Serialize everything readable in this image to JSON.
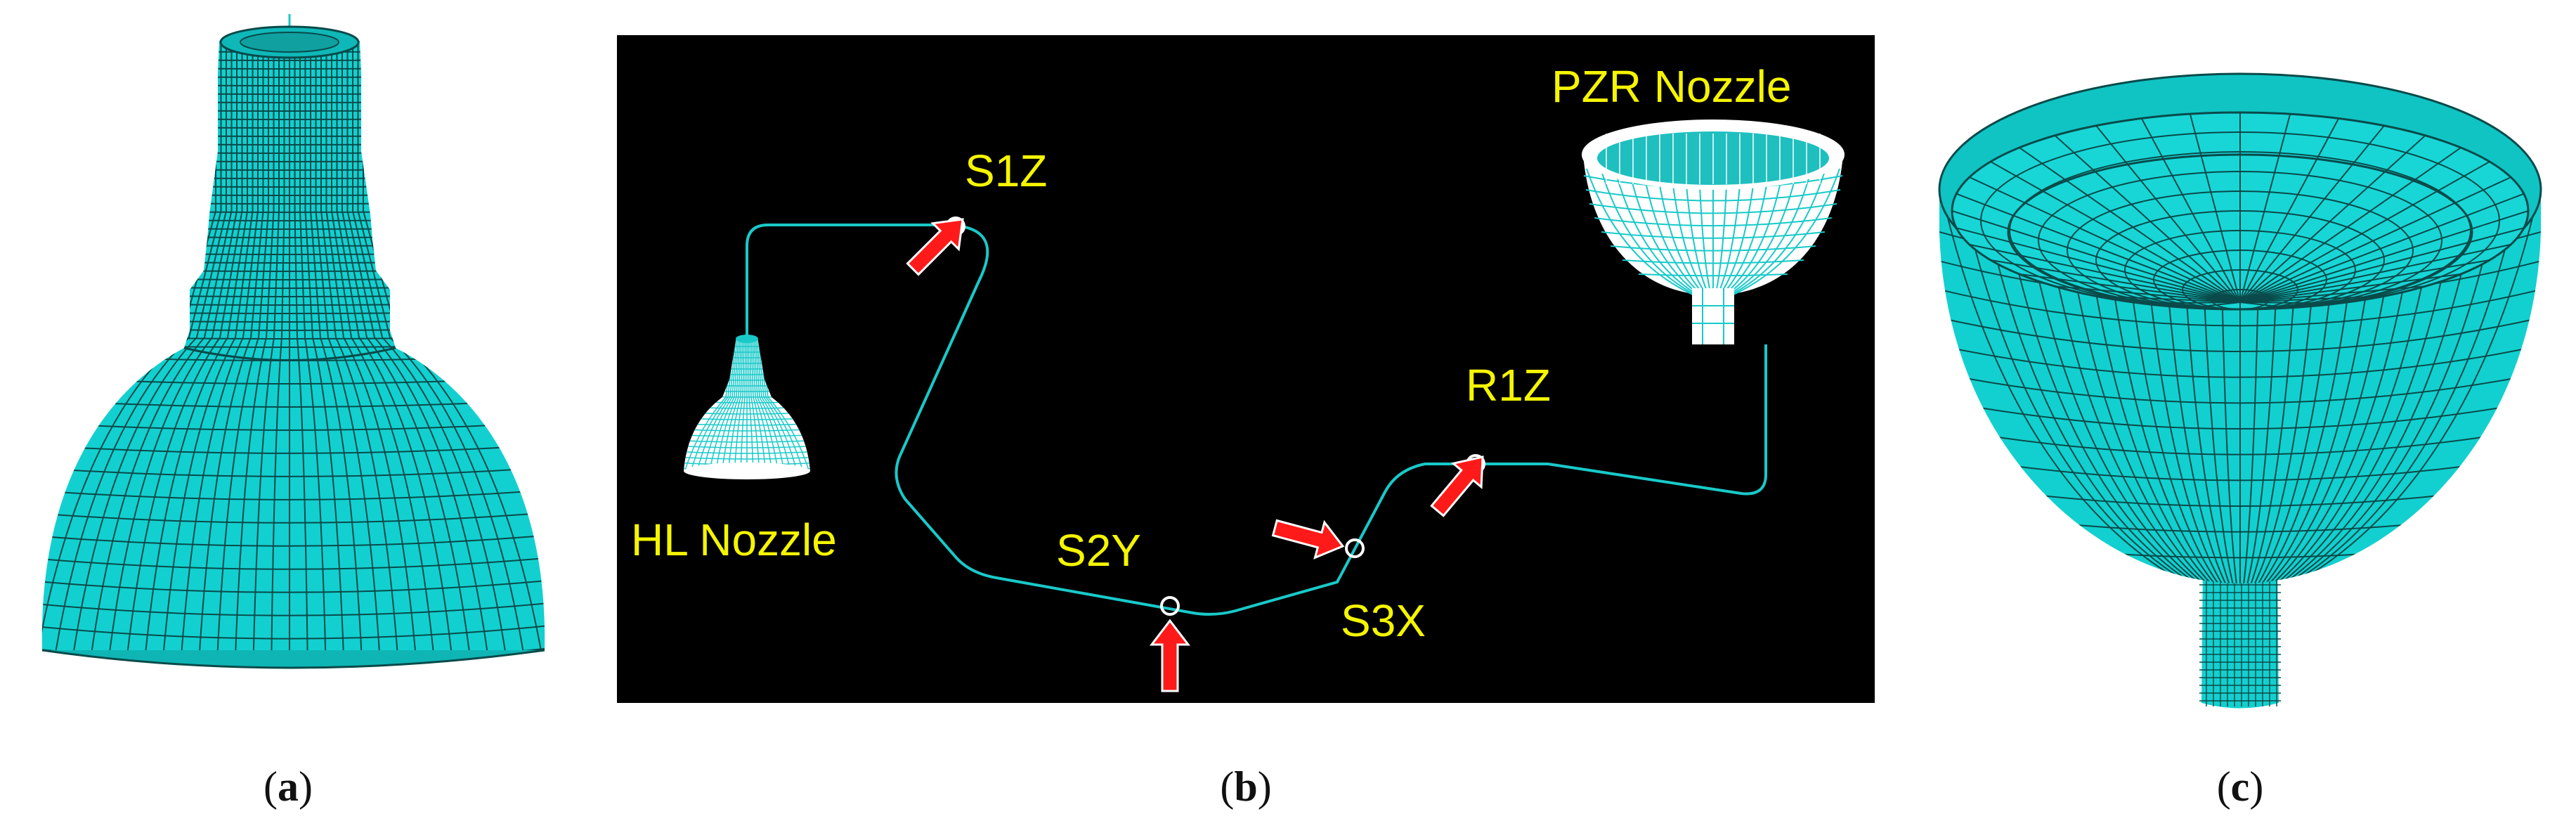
{
  "colors": {
    "mesh_fill": "#12d0cf",
    "mesh_line": "#0a4a4a",
    "pipe_line": "#19c9c9",
    "label_yellow": "#f5f500",
    "arrow_red": "#ff1a1a",
    "panel_b_background": "#000000"
  },
  "panel_a": {
    "caption_letter": "a"
  },
  "panel_b": {
    "caption_letter": "b",
    "labels": {
      "pzr_nozzle": "PZR Nozzle",
      "hl_nozzle": "HL Nozzle",
      "s1z": "S1Z",
      "s2y": "S2Y",
      "s3x": "S3X",
      "r1z": "R1Z"
    }
  },
  "panel_c": {
    "caption_letter": "c"
  }
}
